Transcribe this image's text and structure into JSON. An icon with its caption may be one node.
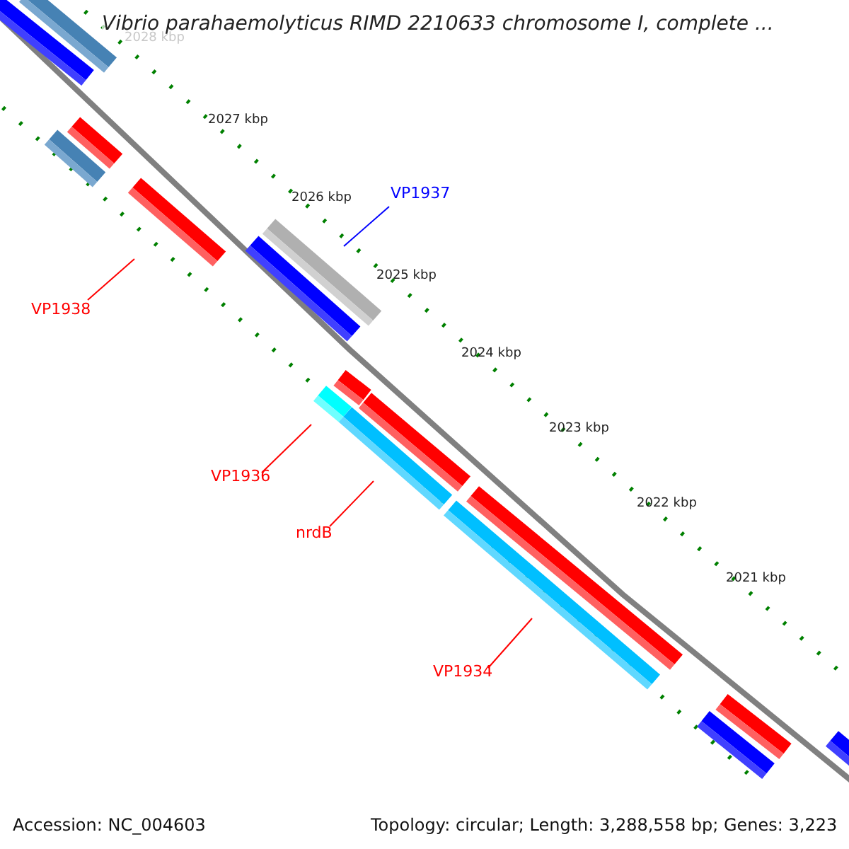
{
  "diagram": {
    "title": "Vibrio parahaemolyticus RIMD 2210633 chromosome I, complete ...",
    "nodes": [
      {
        "text": [
          "VP1937"
        ]
      },
      {
        "text": [],
        "shape": "bar"
      },
      {
        "text": [
          "VP1938"
        ]
      },
      {
        "text": [],
        "shape": "bar"
      },
      {
        "text": [
          "VP1936"
        ]
      },
      {
        "text": [],
        "shape": "bar"
      },
      {
        "text": [
          "nrdB"
        ]
      },
      {
        "text": [],
        "shape": "bar"
      },
      {
        "text": [
          "VP1934"
        ]
      },
      {
        "text": [],
        "shape": "bar"
      }
    ],
    "edges": [
      {
        "from": 0,
        "to": 1,
        "arrow": "none",
        "color": "#0000ff"
      },
      {
        "from": 2,
        "to": 3,
        "arrow": "none"
      },
      {
        "from": 4,
        "to": 5,
        "arrow": "none"
      },
      {
        "from": 6,
        "to": 7,
        "arrow": "none"
      },
      {
        "from": 8,
        "to": 9,
        "arrow": "none"
      }
    ],
    "labels": [
      "2028 kbp",
      "2027 kbp",
      "2026 kbp",
      "2025 kbp",
      "2024 kbp",
      "2023 kbp",
      "2022 kbp",
      "2021 kbp",
      "Accession: NC_004603",
      "Topology: circular; Length: 3,288,558 bp; Genes: 3,223"
    ]
  }
}
